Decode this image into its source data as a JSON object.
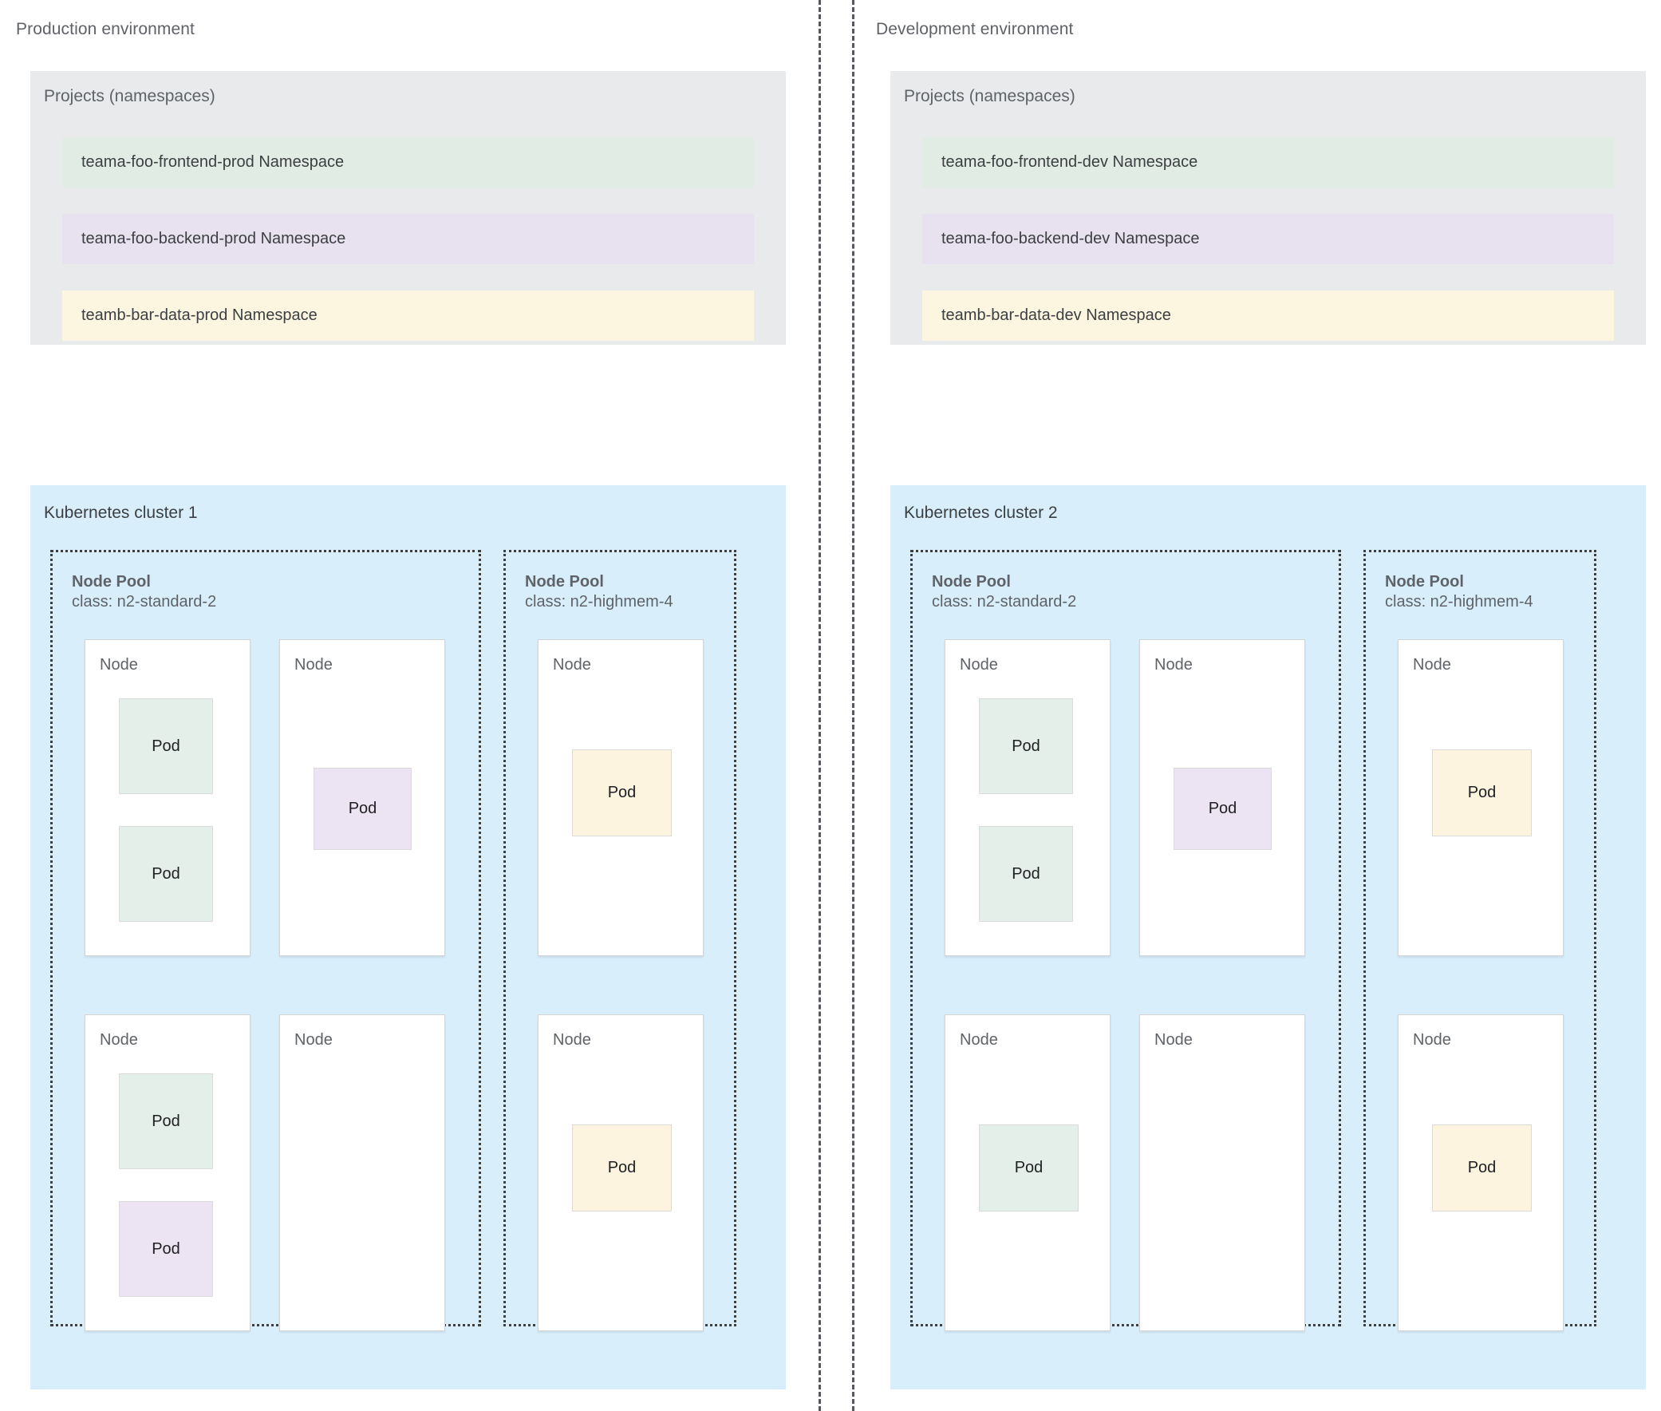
{
  "colors": {
    "green": "#e1ece5",
    "purple": "#e8e1ef",
    "yellow": "#fcf5e0",
    "panel_grey": "#e8eaec",
    "cluster_blue": "#d8eefb",
    "text_grey": "#5f6368",
    "text_dark": "#3c4043"
  },
  "environments": [
    {
      "title": "Production environment",
      "projects": {
        "title": "Projects (namespaces)",
        "namespaces": [
          {
            "label": "teama-foo-frontend-prod Namespace",
            "color": "green"
          },
          {
            "label": "teama-foo-backend-prod Namespace",
            "color": "purple"
          },
          {
            "label": "teamb-bar-data-prod Namespace",
            "color": "yellow"
          }
        ]
      },
      "cluster": {
        "title": "Kubernetes cluster 1",
        "node_pools": [
          {
            "name": "Node Pool",
            "class": "class: n2-standard-2",
            "nodes": [
              {
                "label": "Node",
                "pods": [
                  {
                    "label": "Pod",
                    "color": "green"
                  },
                  {
                    "label": "Pod",
                    "color": "green"
                  }
                ]
              },
              {
                "label": "Node",
                "pods": [
                  {
                    "label": "Pod",
                    "color": "purple"
                  }
                ]
              },
              {
                "label": "Node",
                "pods": [
                  {
                    "label": "Pod",
                    "color": "green"
                  },
                  {
                    "label": "Pod",
                    "color": "purple"
                  }
                ]
              },
              {
                "label": "Node",
                "pods": []
              }
            ]
          },
          {
            "name": "Node Pool",
            "class": "class: n2-highmem-4",
            "nodes": [
              {
                "label": "Node",
                "pods": [
                  {
                    "label": "Pod",
                    "color": "yellow"
                  }
                ]
              },
              {
                "label": "Node",
                "pods": [
                  {
                    "label": "Pod",
                    "color": "yellow"
                  }
                ]
              }
            ]
          }
        ]
      }
    },
    {
      "title": "Development environment",
      "projects": {
        "title": "Projects (namespaces)",
        "namespaces": [
          {
            "label": "teama-foo-frontend-dev Namespace",
            "color": "green"
          },
          {
            "label": "teama-foo-backend-dev Namespace",
            "color": "purple"
          },
          {
            "label": "teamb-bar-data-dev Namespace",
            "color": "yellow"
          }
        ]
      },
      "cluster": {
        "title": "Kubernetes cluster 2",
        "node_pools": [
          {
            "name": "Node Pool",
            "class": "class: n2-standard-2",
            "nodes": [
              {
                "label": "Node",
                "pods": [
                  {
                    "label": "Pod",
                    "color": "green"
                  },
                  {
                    "label": "Pod",
                    "color": "green"
                  }
                ]
              },
              {
                "label": "Node",
                "pods": [
                  {
                    "label": "Pod",
                    "color": "purple"
                  }
                ]
              },
              {
                "label": "Node",
                "pods": [
                  {
                    "label": "Pod",
                    "color": "green"
                  }
                ]
              },
              {
                "label": "Node",
                "pods": []
              }
            ]
          },
          {
            "name": "Node Pool",
            "class": "class: n2-highmem-4",
            "nodes": [
              {
                "label": "Node",
                "pods": [
                  {
                    "label": "Pod",
                    "color": "yellow"
                  }
                ]
              },
              {
                "label": "Node",
                "pods": [
                  {
                    "label": "Pod",
                    "color": "yellow"
                  }
                ]
              }
            ]
          }
        ]
      }
    }
  ]
}
